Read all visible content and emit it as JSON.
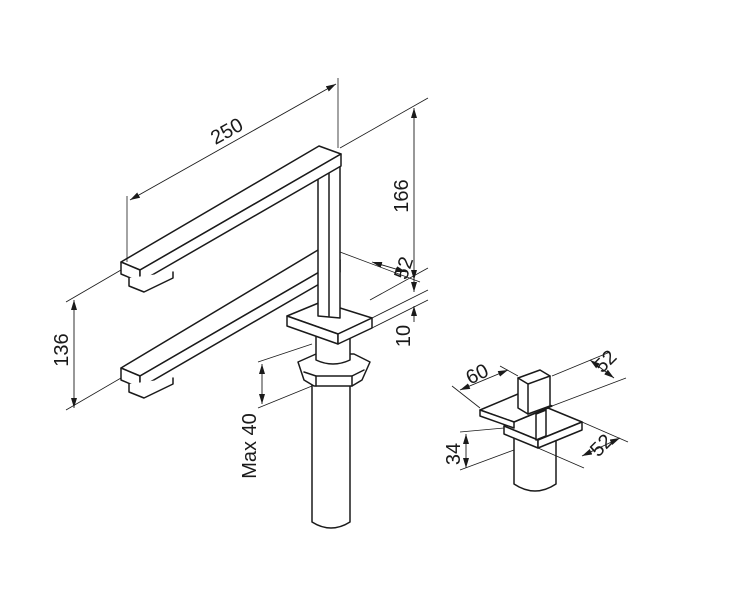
{
  "colors": {
    "line": "#1a1a1a",
    "background": "#ffffff"
  },
  "dimensions": {
    "spout_length": "250",
    "spout_height": "166",
    "base_width": "52",
    "base_thickness": "10",
    "height_range": "136",
    "max_deck": "Max 40",
    "handle_length": "60",
    "handle_width": "52",
    "handle_depth": "52",
    "handle_height": "34"
  }
}
